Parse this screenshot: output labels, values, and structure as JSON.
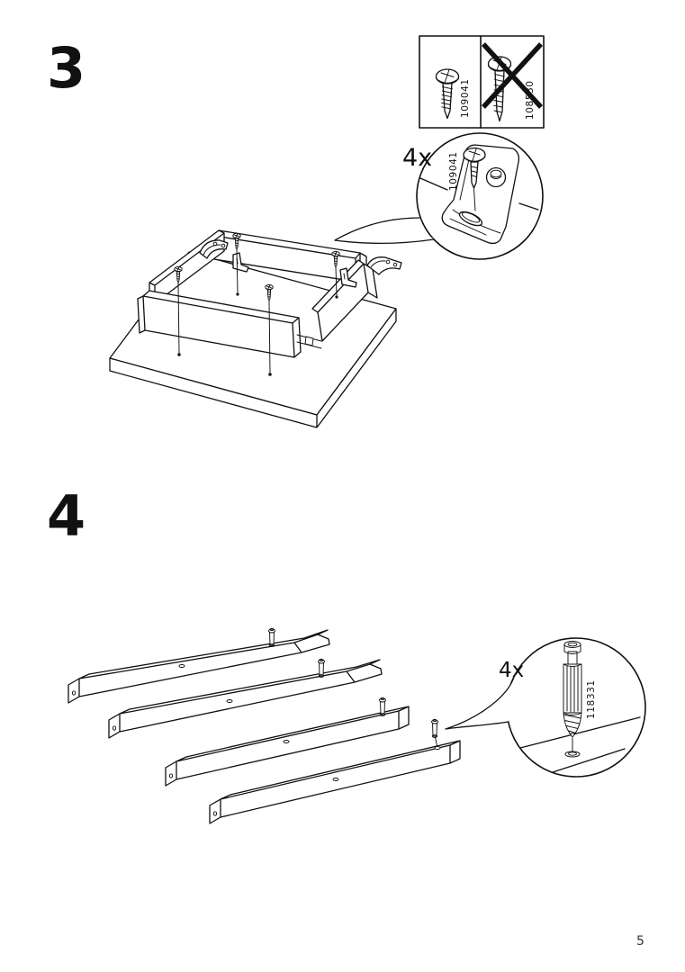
{
  "page": {
    "number": "5"
  },
  "steps": {
    "step3": {
      "number": "3",
      "parts_box": {
        "approved_screw": "109041",
        "crossed_out_screw": "108530"
      },
      "callout": {
        "count": "4x",
        "part_number": "109041"
      }
    },
    "step4": {
      "number": "4",
      "callout": {
        "count": "4x",
        "part_number": "118331"
      }
    }
  },
  "colors": {
    "line": "#111111",
    "background": "#ffffff"
  }
}
